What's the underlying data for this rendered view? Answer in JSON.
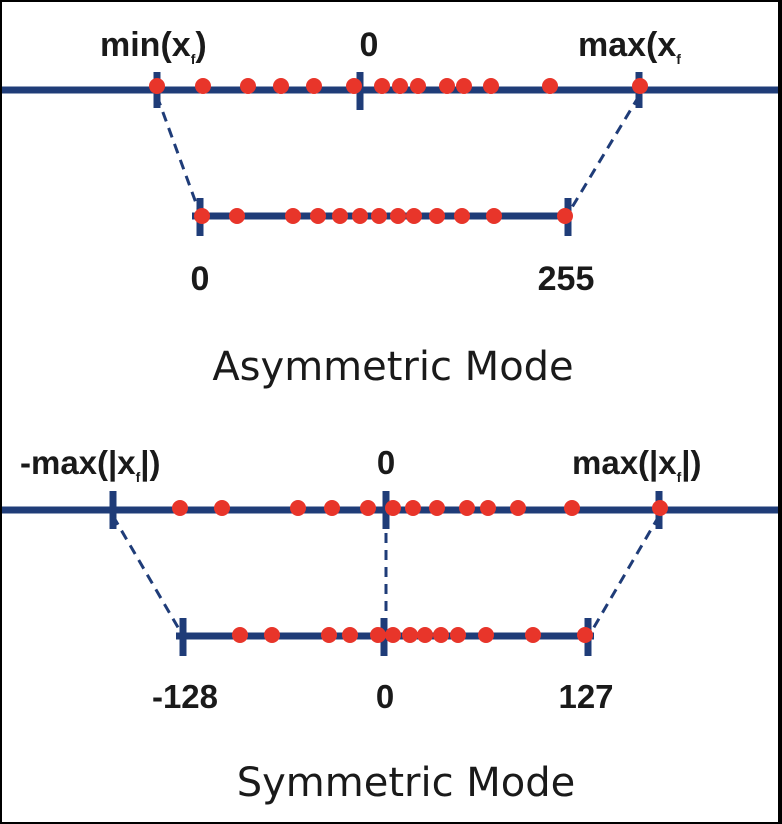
{
  "diagram": {
    "asymmetric": {
      "float_labels": {
        "min_main": "min(x",
        "min_sub": "f",
        "min_close": ")",
        "zero": "0",
        "max_main": "max(x",
        "max_sub": "f"
      },
      "int_labels": {
        "low": "0",
        "high": "255"
      },
      "caption": "Asymmetric Mode"
    },
    "symmetric": {
      "float_labels": {
        "neg_max_main": "-max(|x",
        "neg_max_sub": "f",
        "neg_max_close": "|)",
        "zero": "0",
        "max_main": "max(|x",
        "max_sub": "f",
        "max_close": "|)"
      },
      "int_labels": {
        "low": "-128",
        "zero": "0",
        "high": "127"
      },
      "caption": "Symmetric Mode"
    },
    "colors": {
      "axis": "#1f3c78",
      "point": "#e8352a",
      "text": "#1a1a1a"
    }
  }
}
